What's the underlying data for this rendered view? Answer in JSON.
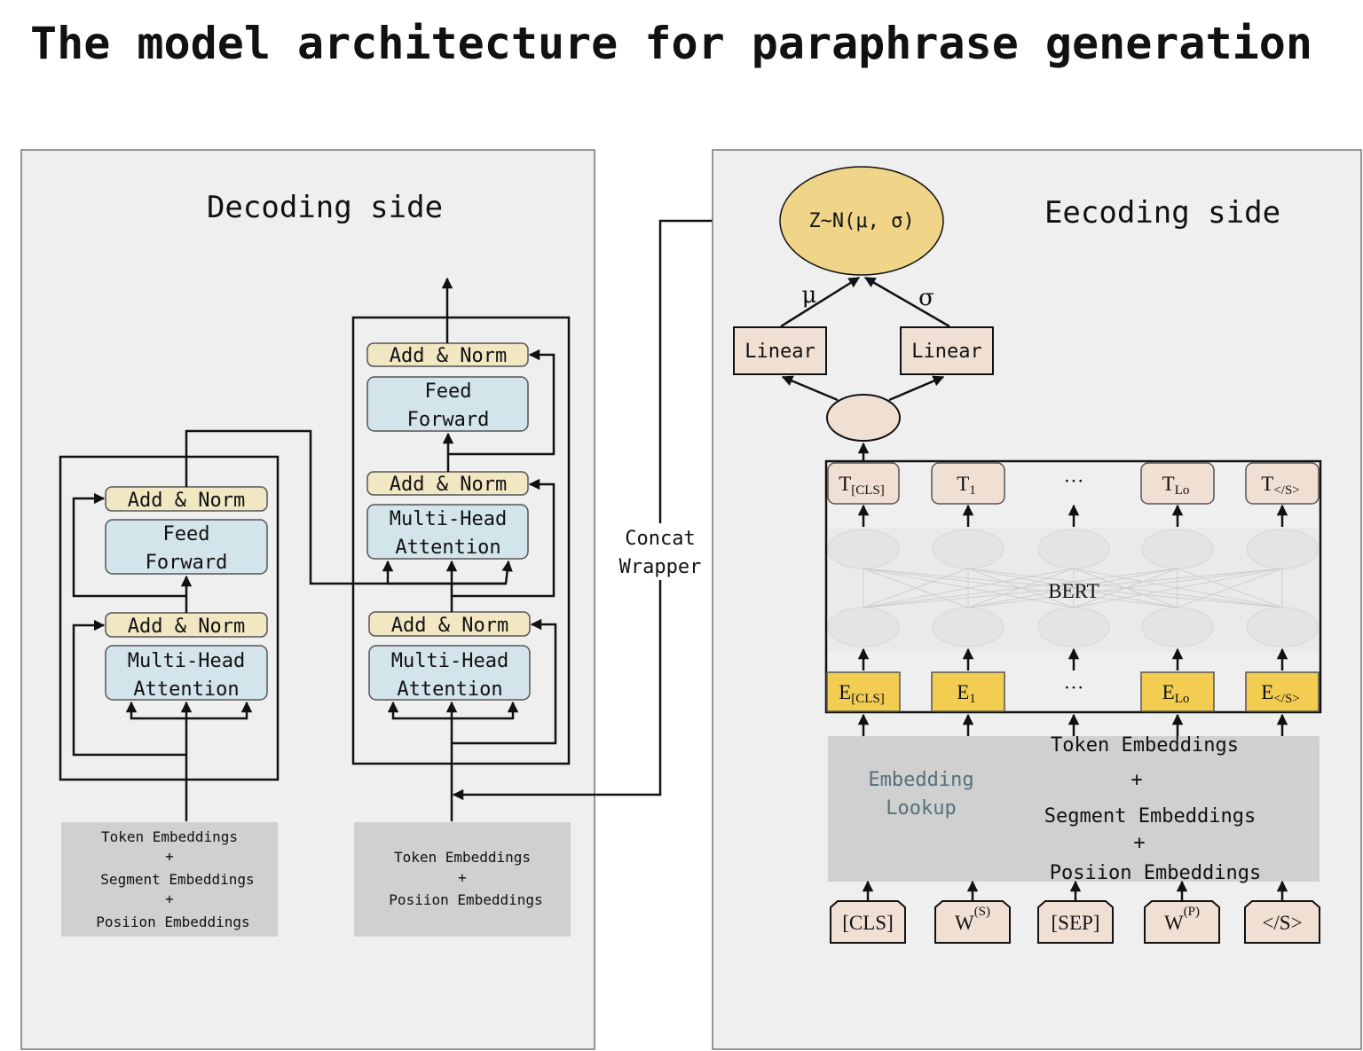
{
  "title": "The model architecture for paraphrase generation",
  "decoding_side": {
    "title": "Decoding side",
    "encoder_block": {
      "add_norm_top": "Add & Norm",
      "feed_forward_line1": "Feed",
      "feed_forward_line2": "Forward",
      "add_norm_bottom": "Add & Norm",
      "attention_line1": "Multi-Head",
      "attention_line2": "Attention"
    },
    "decoder_block": {
      "add_norm_top": "Add & Norm",
      "feed_forward_line1": "Feed",
      "feed_forward_line2": "Forward",
      "add_norm_middle": "Add & Norm",
      "cross_attention_line1": "Multi-Head",
      "cross_attention_line2": "Attention",
      "add_norm_bottom": "Add & Norm",
      "self_attention_line1": "Multi-Head",
      "self_attention_line2": "Attention"
    },
    "left_embeddings": {
      "line1": "Token Embeddings",
      "plus1": "+",
      "line2": "Segment Embeddings",
      "plus2": "+",
      "line3": "Posiion Embeddings"
    },
    "right_embeddings": {
      "line1": "Token Embeddings",
      "plus1": "+",
      "line2": "Posiion Embeddings"
    }
  },
  "concat": {
    "line1": "Concat",
    "line2": "Wrapper"
  },
  "encoding_side": {
    "title": "Eecoding side",
    "latent": "Z~N(μ, σ)",
    "mu": "μ",
    "sigma": "σ",
    "linear_left": "Linear",
    "linear_right": "Linear",
    "bert": "BERT",
    "outputs": [
      {
        "main": "T",
        "sub": "[CLS]"
      },
      {
        "main": "T",
        "sub": "1"
      },
      {
        "main": "···",
        "sub": ""
      },
      {
        "main": "T",
        "sub": "Lo"
      },
      {
        "main": "T",
        "sub": "</S>"
      }
    ],
    "embeddings": [
      {
        "main": "E",
        "sub": "[CLS]"
      },
      {
        "main": "E",
        "sub": "1"
      },
      {
        "main": "···",
        "sub": ""
      },
      {
        "main": "E",
        "sub": "Lo"
      },
      {
        "main": "E",
        "sub": "</S>"
      }
    ],
    "embedding_lookup_line1": "Embedding",
    "embedding_lookup_line2": "Lookup",
    "emb_token": "Token Embeddings",
    "emb_plus1": "+",
    "emb_segment": "Segment Embeddings",
    "emb_plus2": "+",
    "emb_position": "Posiion Embeddings",
    "inputs": [
      {
        "main": "[CLS]",
        "sup": ""
      },
      {
        "main": "W",
        "sup": "(S)"
      },
      {
        "main": "[SEP]",
        "sup": ""
      },
      {
        "main": "W",
        "sup": "(P)"
      },
      {
        "main": "</S>",
        "sup": ""
      }
    ]
  },
  "colors": {
    "panel_bg": "#efefef",
    "add_norm": "#f1e7c3",
    "attention_block": "#d3e4ea",
    "embedding_box": "#d0d0d0",
    "latent_ellipse": "#f0d488",
    "linear_box": "#f0dfd3",
    "embedding_token": "#f2cd52",
    "lookup_text": "#55707a"
  }
}
